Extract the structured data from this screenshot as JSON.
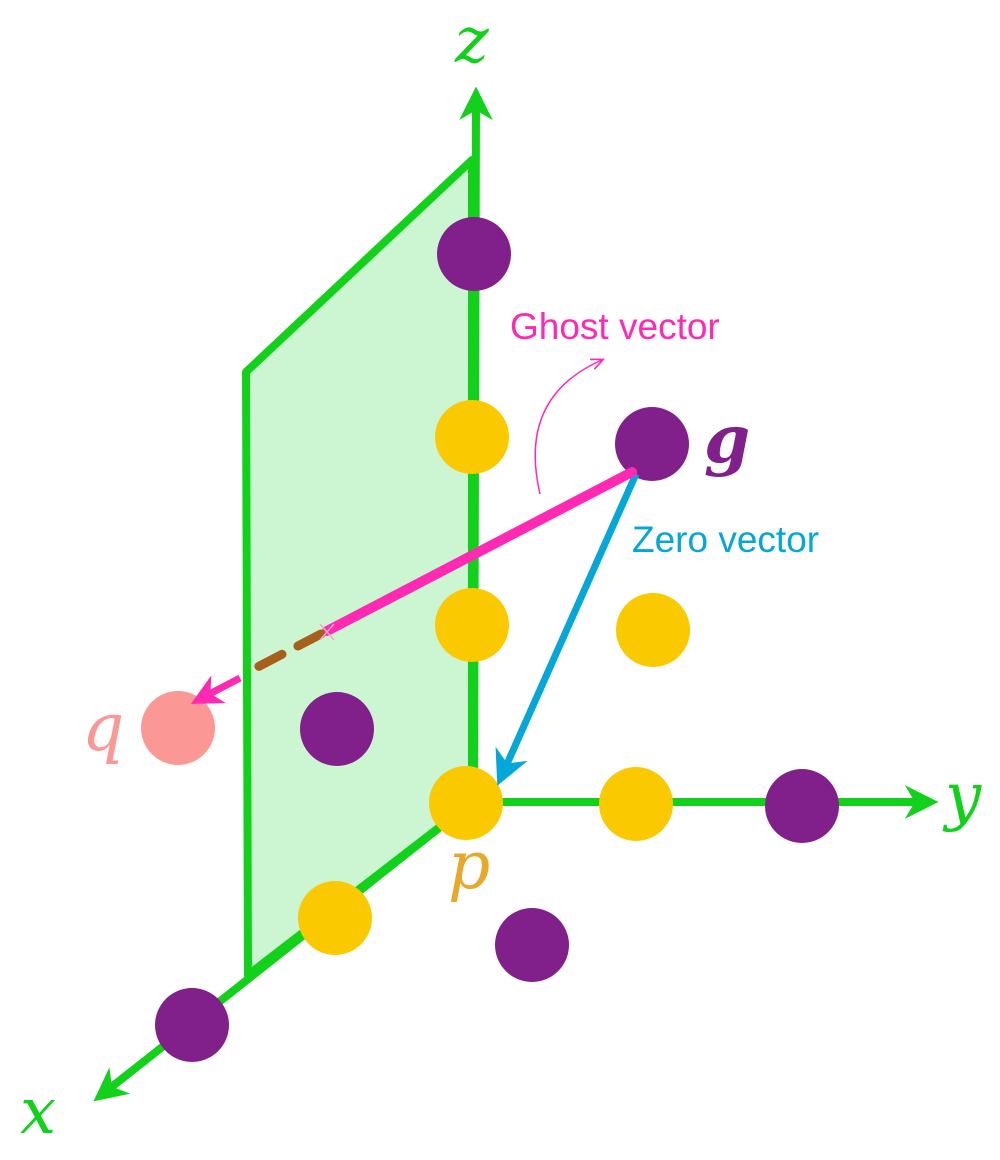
{
  "axes": {
    "x_label": "x",
    "y_label": "y",
    "z_label": "z",
    "color": "#11d11a"
  },
  "plane": {
    "fill": "#ccf5d2",
    "stroke": "#11d11a"
  },
  "points": {
    "g_label": "g",
    "p_label": "p",
    "q_label": "q",
    "purple": "#81208a",
    "yellow": "#fbc900",
    "salmon": "#fb9895"
  },
  "vectors": {
    "ghost_label": "Ghost vector",
    "ghost_color": "#ff29b4",
    "zero_label": "Zero vector",
    "zero_color": "#05a6d8",
    "hidden_dash_color": "#a75f1c"
  }
}
